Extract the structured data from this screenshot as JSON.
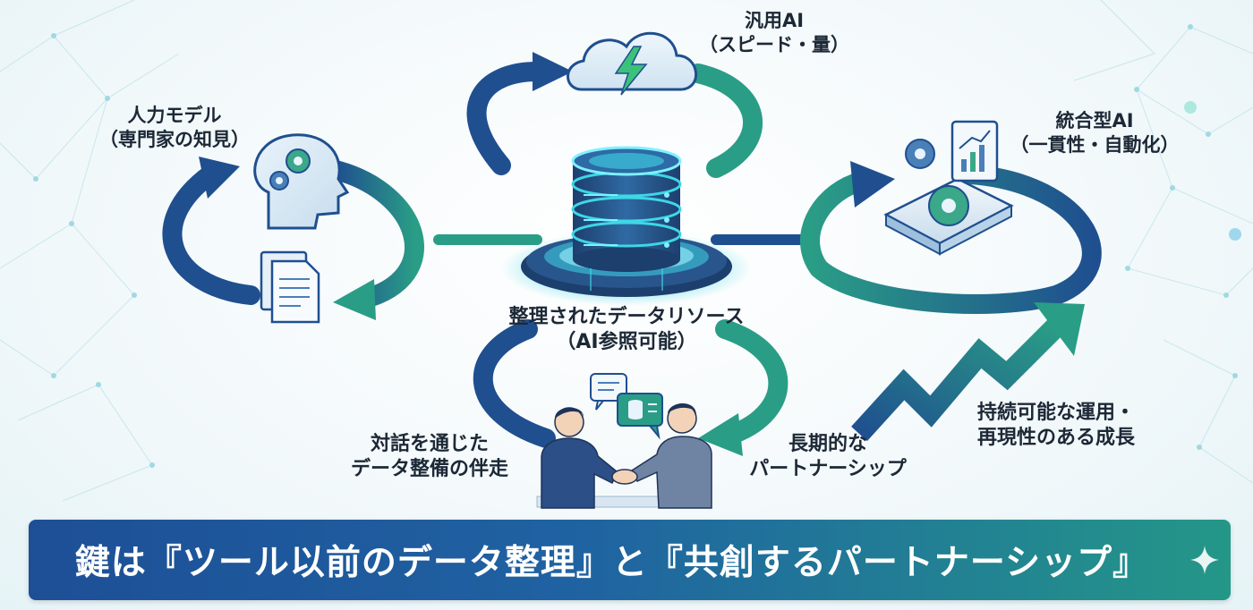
{
  "center": {
    "line1": "整理されたデータリソース",
    "line2": "（AI参照可能）"
  },
  "nodes": {
    "human": {
      "title": "人力モデル",
      "sub": "（専門家の知見）"
    },
    "general": {
      "title": "汎用AI",
      "sub": "（スピード・量）"
    },
    "integrated": {
      "title": "統合型AI",
      "sub": "（一貫性・自動化）"
    }
  },
  "bottom": {
    "dialogue_line1": "対話を通じた",
    "dialogue_line2": "データ整備の伴走",
    "partnership_line1": "長期的な",
    "partnership_line2": "パートナーシップ",
    "growth_line1": "持続可能な運用・",
    "growth_line2": "再現性のある成長"
  },
  "banner": {
    "text": "鍵は『ツール以前のデータ整理』と『共創するパートナーシップ』"
  },
  "colors": {
    "navy": "#1f4f8f",
    "teal": "#2a9d86",
    "cyan": "#3fd6e6",
    "ink": "#1c2836"
  }
}
